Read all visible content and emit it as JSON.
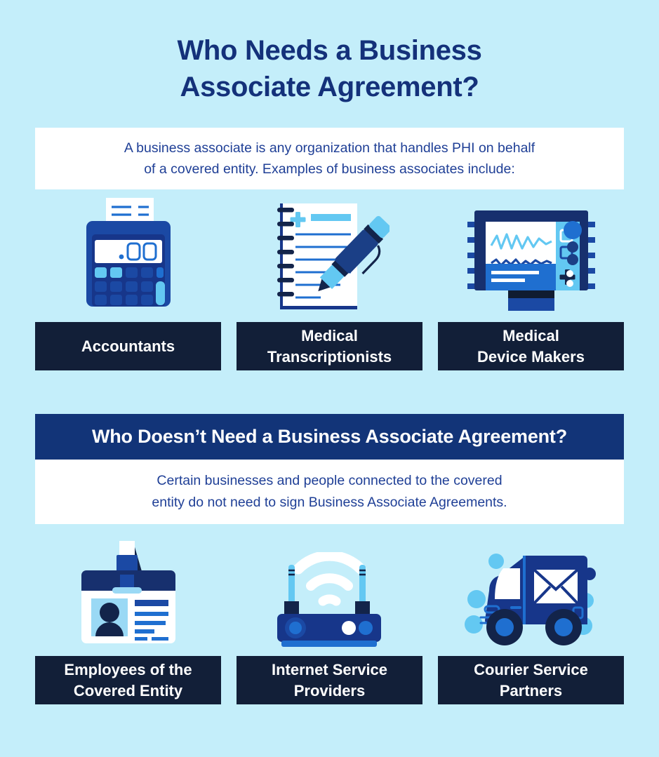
{
  "theme": {
    "background": "#c4eefa",
    "title_color": "#14317a",
    "body_text_color": "#1f3f96",
    "label_box_bg": "#121f38",
    "label_box_text": "#ffffff",
    "section_header_bg": "#123478",
    "panel_bg": "#ffffff",
    "icon_dark_navy": "#13244a",
    "icon_blue": "#1b49a4",
    "icon_mid_blue": "#1f6fd0",
    "icon_light_blue": "#63c8f2",
    "icon_pale_blue": "#9ad9f5"
  },
  "title": {
    "line1": "Who Needs a Business",
    "line2": "Associate Agreement?"
  },
  "intro": {
    "line1": "A business associate is any organization that handles PHI on behalf",
    "line2": "of a covered entity. Examples of business associates include:"
  },
  "section_one": {
    "items": [
      {
        "icon": "calculator-icon",
        "label_line1": "Accountants",
        "label_line2": ""
      },
      {
        "icon": "notepad-pen-icon",
        "label_line1": "Medical",
        "label_line2": "Transcriptionists"
      },
      {
        "icon": "medical-monitor-icon",
        "label_line1": "Medical",
        "label_line2": "Device Makers"
      }
    ]
  },
  "section_two": {
    "header": "Who Doesn’t Need a Business Associate Agreement?",
    "sub_line1": "Certain businesses and people connected to the covered",
    "sub_line2": "entity do not need to sign Business Associate Agreements.",
    "items": [
      {
        "icon": "id-badge-icon",
        "label_line1": "Employees of the",
        "label_line2": "Covered Entity"
      },
      {
        "icon": "wifi-router-icon",
        "label_line1": "Internet Service",
        "label_line2": "Providers"
      },
      {
        "icon": "delivery-truck-icon",
        "label_line1": "Courier Service",
        "label_line2": "Partners"
      }
    ]
  }
}
